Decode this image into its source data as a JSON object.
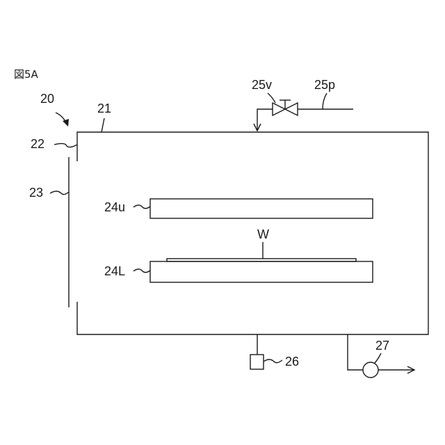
{
  "figure": {
    "title": "図5A"
  },
  "labels": {
    "apparatus": "20",
    "chamber": "21",
    "opening": "22",
    "shutter": "23",
    "upper_plate": "24u",
    "lower_plate": "24L",
    "wafer": "W",
    "valve": "25v",
    "pipe": "25p",
    "sensor": "26",
    "pump": "27"
  }
}
